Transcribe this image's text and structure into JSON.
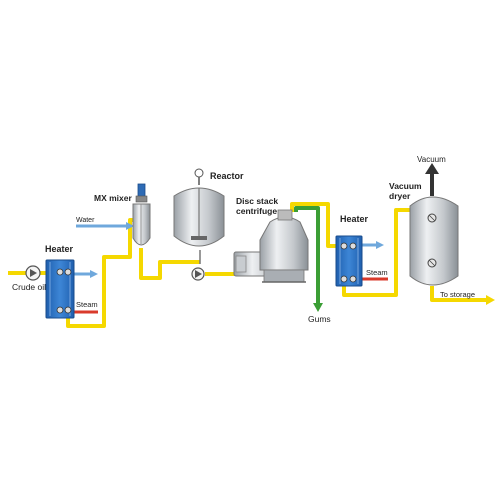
{
  "labels": {
    "reactor": "Reactor",
    "mx_mixer": "MX mixer",
    "water": "Water",
    "heater_1": "Heater",
    "crude_oil": "Crude oil",
    "steam_1": "Steam",
    "disc_stack_line1": "Disc stack",
    "disc_stack_line2": "centrifuge",
    "gums": "Gums",
    "heater_2": "Heater",
    "steam_2": "Steam",
    "vacuum": "Vacuum",
    "vacuum_dryer_line1": "Vacuum",
    "vacuum_dryer_line2": "dryer",
    "to_storage": "To storage"
  },
  "colors": {
    "oil_pipe": "#f5d800",
    "water_pipe": "#6fa8dc",
    "steam_pipe": "#d93a2b",
    "gums_pipe": "#3b9e35",
    "heater_blue": "#2e75c8",
    "vessel_grey": "#c8ccd0",
    "arrow_dark": "#333333"
  }
}
